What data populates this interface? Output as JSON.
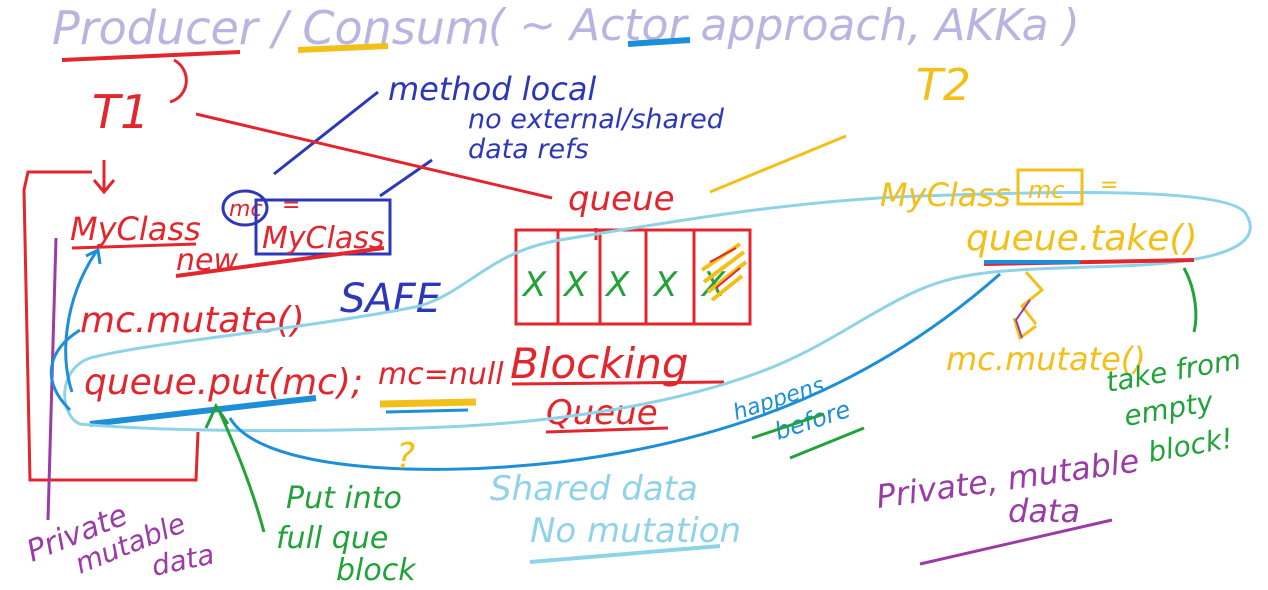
{
  "title": {
    "left": "Producer / Consum",
    "right": "( ~ Actor approach,  AKKa )"
  },
  "threads": {
    "t1": "T1",
    "t2": "T2"
  },
  "notes": {
    "method_local_1": "method local",
    "method_local_2": "no external/shared",
    "method_local_3": "data refs",
    "safe": "SAFE",
    "blocking": "Blocking",
    "queue_word": "Queue",
    "queue_label": "queue",
    "happens_before_1": "happens",
    "happens_before_2": "before",
    "put_into_1": "Put into",
    "put_into_2": "full que",
    "put_into_3": "block",
    "take_from_1": "take from",
    "take_from_2": "empty",
    "take_from_3": "block!",
    "private_left_1": "Private",
    "private_left_2": "mutable",
    "private_left_3": "data",
    "private_right_1": "Private, mutable",
    "private_right_2": "data",
    "shared_1": "Shared data",
    "shared_2": "No mutation",
    "question": "?"
  },
  "code": {
    "producer_decl_1": "MyClass",
    "producer_decl_var": "mc",
    "producer_decl_eq": "=",
    "producer_decl_new": "new",
    "producer_decl_ctor": "MyClass",
    "producer_mutate": "mc.mutate()",
    "producer_put": "queue.put(mc);",
    "producer_null": "mc=null",
    "consumer_decl": "MyClass",
    "consumer_var": "mc",
    "consumer_eq": "=",
    "consumer_take": "queue.take()",
    "consumer_mutate": "mc.mutate()"
  },
  "queue_slots": [
    "X",
    "X",
    "X",
    "X",
    "X"
  ],
  "colors": {
    "lavender": "#b9b4e0",
    "red": "#e3262d",
    "navy": "#2d38b8",
    "yellow": "#f3bf19",
    "green": "#22a33a",
    "lightblue": "#8fd3e8",
    "blue": "#1d8ed8",
    "purple": "#9b3ba6"
  }
}
